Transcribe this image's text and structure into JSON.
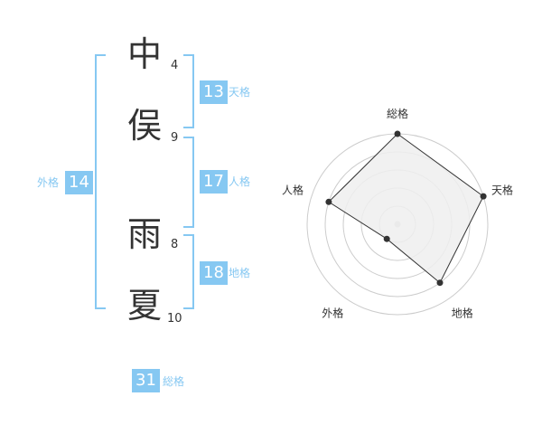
{
  "name": {
    "chars": [
      {
        "char": "中",
        "strokes": "4"
      },
      {
        "char": "俣",
        "strokes": "9"
      },
      {
        "char": "雨",
        "strokes": "8"
      },
      {
        "char": "夏",
        "strokes": "10"
      }
    ]
  },
  "fortunes": {
    "tenkaku": {
      "value": "13",
      "label": "天格"
    },
    "jinkaku": {
      "value": "17",
      "label": "人格"
    },
    "chikaku": {
      "value": "18",
      "label": "地格"
    },
    "gaikaku": {
      "value": "14",
      "label": "外格"
    },
    "soukaku": {
      "value": "31",
      "label": "総格"
    }
  },
  "chart_data": {
    "type": "radar",
    "axes": [
      "総格",
      "天格",
      "地格",
      "外格",
      "人格"
    ],
    "values": [
      5,
      5,
      4,
      1,
      4
    ],
    "max": 5,
    "rings": 5,
    "colors": {
      "fill": "#eeeeee",
      "line": "#333333",
      "grid": "#cccccc",
      "center": "#cccccc"
    }
  }
}
